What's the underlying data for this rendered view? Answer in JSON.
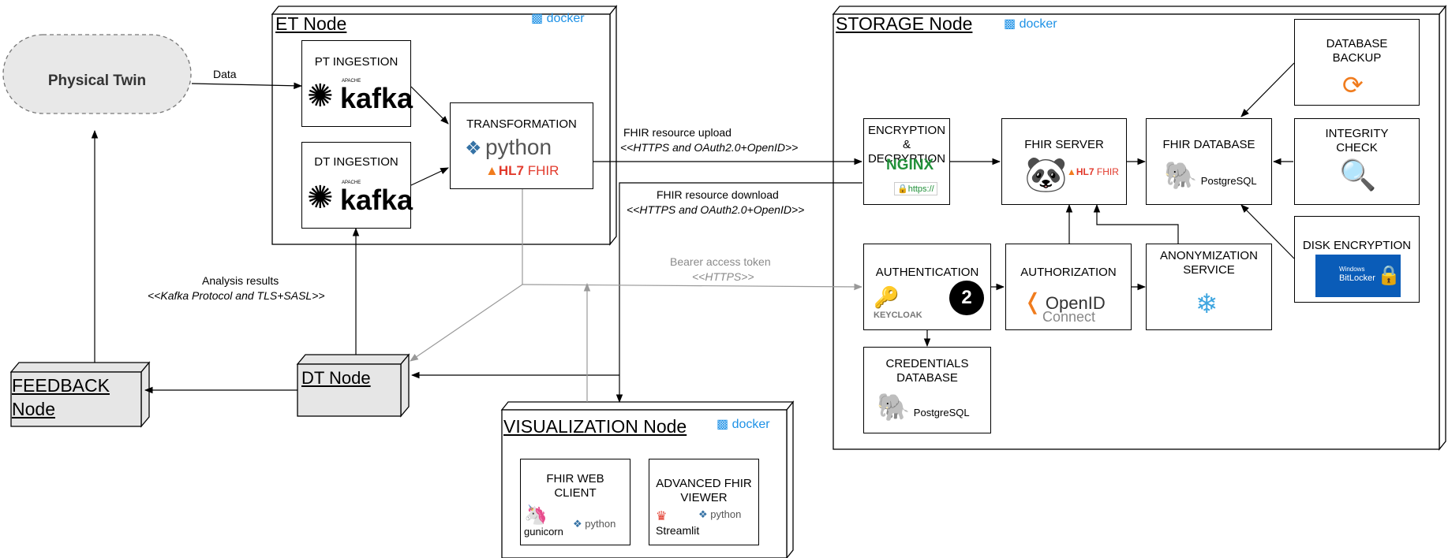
{
  "physical_twin": {
    "label": "Physical Twin"
  },
  "et_node": {
    "title": "ET Node",
    "docker": "docker",
    "pt_ingestion": {
      "label": "PT INGESTION",
      "logo_small": "APACHE",
      "logo": "kafka"
    },
    "dt_ingestion": {
      "label": "DT INGESTION",
      "logo_small": "APACHE",
      "logo": "kafka"
    },
    "transformation": {
      "label": "TRANSFORMATION",
      "python": "python",
      "fhir_hl7": "HL7",
      "fhir_word": "FHIR"
    }
  },
  "storage_node": {
    "title": "STORAGE Node",
    "docker": "docker",
    "encryption": {
      "label": "ENCRYPTION &\nDECRYPTION",
      "nginx": "NGINX",
      "https": "https://"
    },
    "fhir_server": {
      "label": "FHIR SERVER",
      "hl7": "HL7",
      "fhir_word": "FHIR"
    },
    "fhir_database": {
      "label": "FHIR DATABASE",
      "postgres": "PostgreSQL"
    },
    "database_backup": {
      "label": "DATABASE\nBACKUP"
    },
    "integrity_check": {
      "label": "INTEGRITY\nCHECK"
    },
    "disk_encryption": {
      "label": "DISK ENCRYPTION",
      "bitlocker_top": "Windows",
      "bitlocker": "BitLocker"
    },
    "authentication": {
      "label": "AUTHENTICATION",
      "keycloak": "KEYCLOAK",
      "oauth": "2"
    },
    "authorization": {
      "label": "AUTHORIZATION",
      "openid": "OpenID",
      "connect": "Connect"
    },
    "anonymization": {
      "label": "ANONYMIZATION\nSERVICE"
    },
    "credentials_db": {
      "label": "CREDENTIALS\nDATABASE",
      "postgres": "PostgreSQL"
    }
  },
  "visualization_node": {
    "title": "VISUALIZATION Node",
    "docker": "docker",
    "fhir_web_client": {
      "label": "FHIR WEB\nCLIENT",
      "gunicorn": "gunicorn",
      "python": "python"
    },
    "advanced_viewer": {
      "label": "ADVANCED FHIR\nVIEWER",
      "streamlit": "Streamlit",
      "python": "python"
    }
  },
  "dt_node": {
    "title": "DT Node"
  },
  "feedback_node": {
    "title": "FEEDBACK\nNode"
  },
  "edges": {
    "data": "Data",
    "upload_title": "FHIR resource upload",
    "upload_protocol": "<<HTTPS and OAuth2.0+OpenID>>",
    "download_title": "FHIR resource download",
    "download_protocol": "<<HTTPS and OAuth2.0+OpenID>>",
    "bearer_title": "Bearer access token",
    "bearer_protocol": "<<HTTPS>>",
    "analysis_title": "Analysis results",
    "analysis_protocol": "<<Kafka Protocol and TLS+SASL>>"
  },
  "colors": {
    "docker": "#1d91e6",
    "kafka": "#000000",
    "python_blue": "#3572a5",
    "python_yellow": "#f7c948",
    "hl7_red": "#e23a2c",
    "nginx_green": "#22913a",
    "postgres_blue": "#336791",
    "bitlocker_blue": "#0a5cb8",
    "backup_orange": "#f07c1e",
    "grey_edge": "#999999",
    "node_fill": "#e6e6e6"
  }
}
